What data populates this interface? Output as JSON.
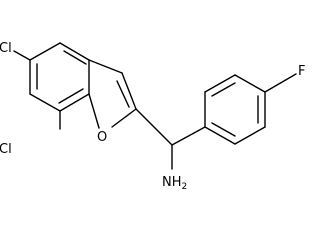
{
  "molecule": {
    "atoms": {
      "cl_top": "Cl",
      "cl_bottom": "Cl",
      "oxygen": "O",
      "fluorine": "F",
      "amine": "NH",
      "amine_subscript": "2"
    }
  }
}
